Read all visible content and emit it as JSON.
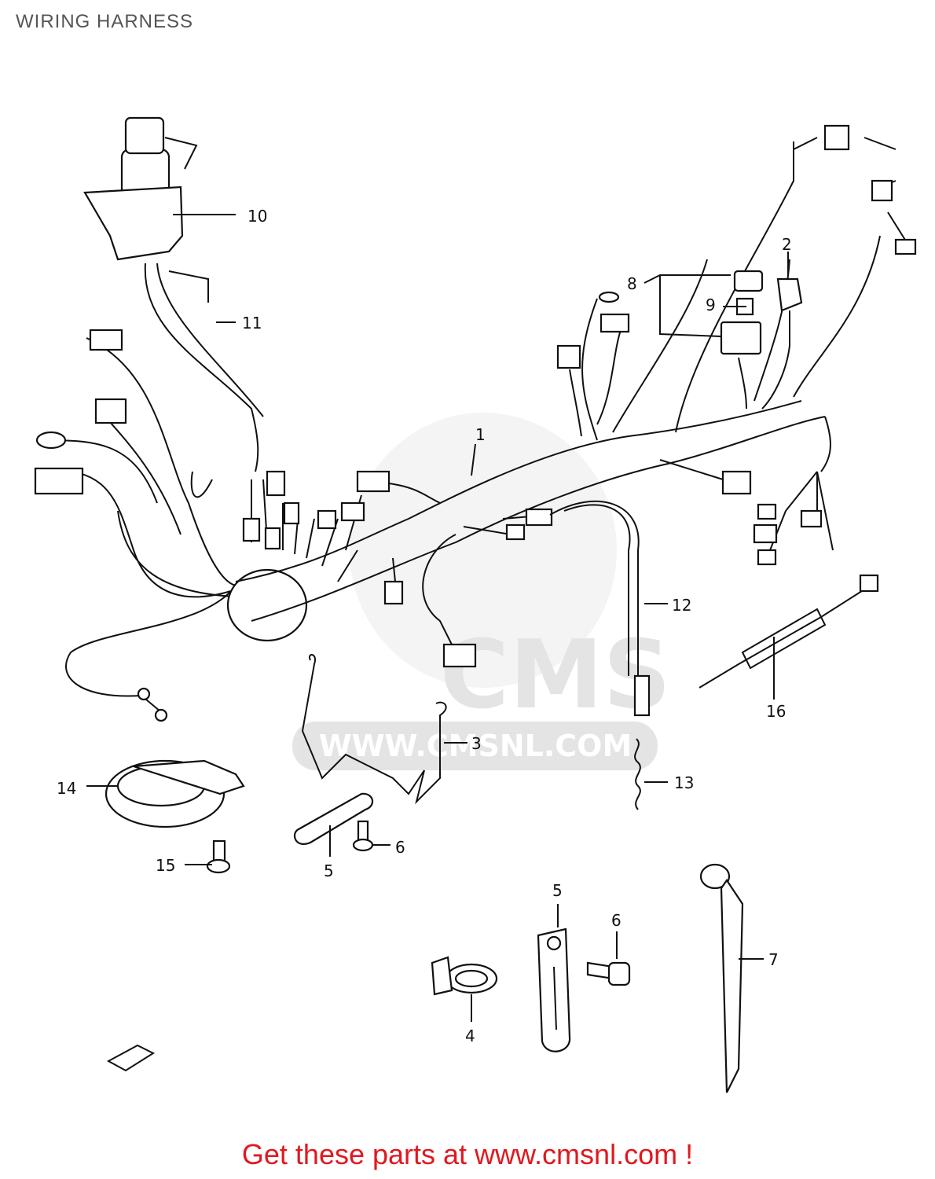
{
  "title": "WIRING HARNESS",
  "footer": "Get these parts at www.cmsnl.com !",
  "watermark": {
    "brand": "CMS",
    "url": "WWW.CMSNL.COM",
    "color": "#e6e6e6"
  },
  "colors": {
    "footer": "#e0191f",
    "title": "#555555",
    "ink": "#111111"
  },
  "callouts": [
    "1",
    "2",
    "3",
    "4",
    "5",
    "5",
    "6",
    "6",
    "7",
    "8",
    "9",
    "10",
    "11",
    "12",
    "13",
    "14",
    "15",
    "16"
  ],
  "icons": {
    "front_arrow": "front-direction-arrow-icon"
  }
}
